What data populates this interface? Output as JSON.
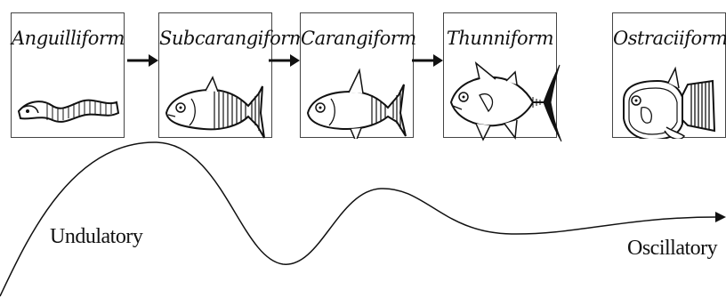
{
  "diagram": {
    "modes": [
      {
        "label": "Anguilliform"
      },
      {
        "label": "Subcarangiform"
      },
      {
        "label": "Carangiform"
      },
      {
        "label": "Thunniform"
      },
      {
        "label": "Ostraciiform"
      }
    ],
    "curve_labels": {
      "left": "Undulatory",
      "right": "Oscillatory"
    },
    "colors": {
      "line": "#111111",
      "panel_border": "#444444"
    }
  }
}
